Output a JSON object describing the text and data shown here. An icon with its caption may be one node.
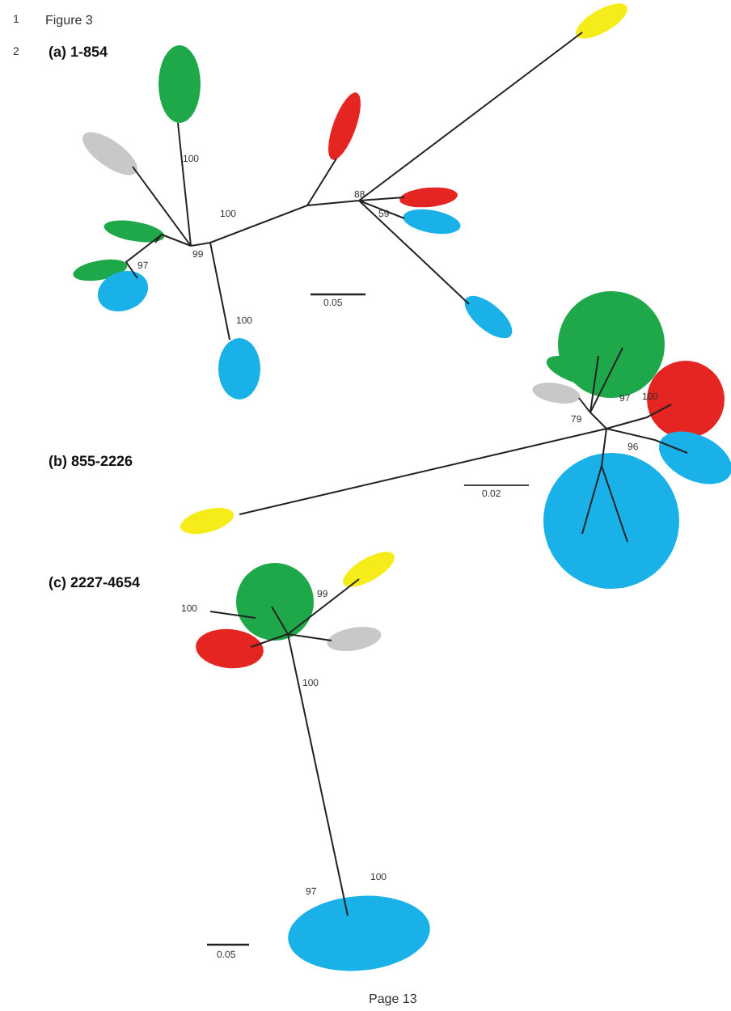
{
  "diagram": {
    "title": "Figure 3",
    "labels": [
      "1",
      "2",
      "(a) 1-854",
      "100",
      "100",
      "99",
      "97",
      "88",
      "59",
      "100",
      "0.05",
      "(b) 855-2226",
      "97",
      "79",
      "100",
      "96",
      "0.02",
      "(c) 2227-4654",
      "100",
      "99",
      "100",
      "97",
      "100",
      "0.05",
      "Page 13"
    ]
  }
}
